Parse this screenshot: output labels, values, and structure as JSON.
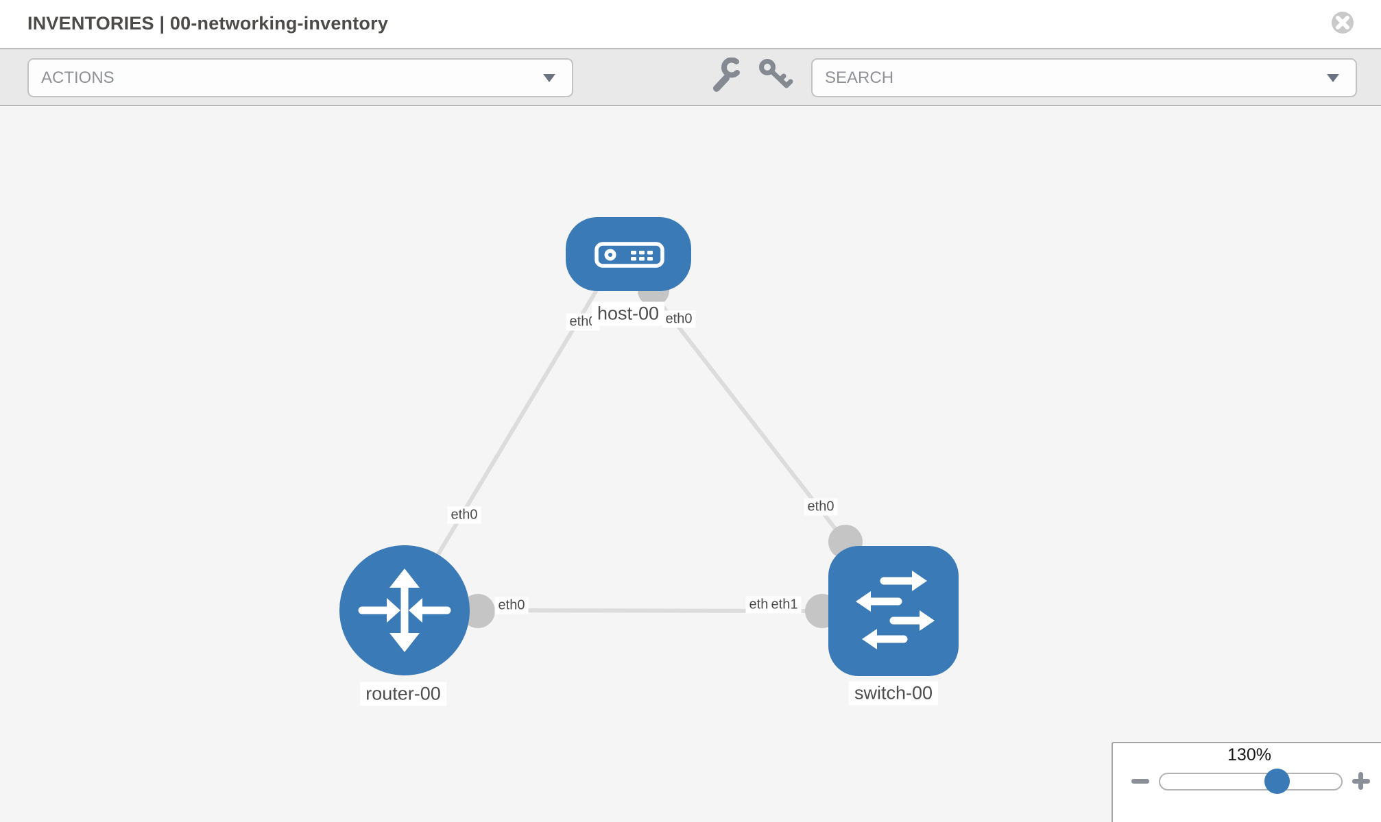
{
  "header": {
    "title": "INVENTORIES | 00-networking-inventory"
  },
  "toolbar": {
    "actions_label": "ACTIONS",
    "search_label": "SEARCH"
  },
  "icons": {
    "close": "x-circle",
    "tools": [
      "wrench",
      "key"
    ],
    "dropdown_caret": "caret-down",
    "zoom_out": "minus",
    "zoom_in": "plus"
  },
  "colors": {
    "node_blue": "#3a7ab6",
    "port_gray": "#c5c5c5",
    "edge_gray": "#dcdcdc",
    "canvas_bg": "#f5f5f5",
    "toolbar_bg": "#e9e9e9"
  },
  "topology": {
    "nodes": [
      {
        "id": "host-00",
        "label": "host-00",
        "type": "host",
        "icon": "server-icon"
      },
      {
        "id": "router-00",
        "label": "router-00",
        "type": "router",
        "icon": "router-arrows-icon"
      },
      {
        "id": "switch-00",
        "label": "switch-00",
        "type": "switch",
        "icon": "switch-arrows-icon"
      }
    ],
    "links": [
      {
        "source": "host-00",
        "target": "router-00",
        "source_interface": "eth0",
        "target_interface": "eth0"
      },
      {
        "source": "host-00",
        "target": "switch-00",
        "source_interface": "eth0",
        "target_interface": "eth0"
      },
      {
        "source": "router-00",
        "target": "switch-00",
        "source_interface": "eth0",
        "target_interface": "eth1",
        "overlapped_interface_label": "eth0"
      }
    ]
  },
  "zoom_control": {
    "level": "130%"
  }
}
